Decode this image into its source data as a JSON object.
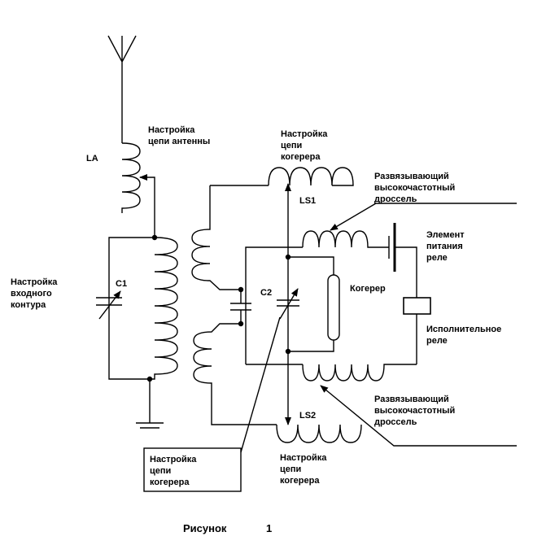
{
  "labels": {
    "antenna_tuning": [
      "Настройка",
      "цепи антенны"
    ],
    "la": "LA",
    "coherer_tuning_top": [
      "Настройка",
      "цепи",
      "когерера"
    ],
    "ls1": "LS1",
    "rf_choke_top": [
      "Развязывающий",
      "высокочастотный",
      "дроссель"
    ],
    "supply": [
      "Элемент",
      "питания",
      "реле"
    ],
    "input_tuning": [
      "Настройка",
      "входного",
      "контура"
    ],
    "c1": "C1",
    "c2": "C2",
    "coherer": "Когерер",
    "relay": [
      "Исполнительное",
      "реле"
    ],
    "rf_choke_bottom": [
      "Развязывающий",
      "высокочастотный",
      "дроссель"
    ],
    "ls2": "LS2",
    "coherer_tuning_bottom": [
      "Настройка",
      "цепи",
      "когерера"
    ],
    "coherer_tuning_box": [
      "Настройка",
      "цепи",
      "когерера"
    ]
  },
  "caption": {
    "word": "Рисунок",
    "number": "1"
  }
}
